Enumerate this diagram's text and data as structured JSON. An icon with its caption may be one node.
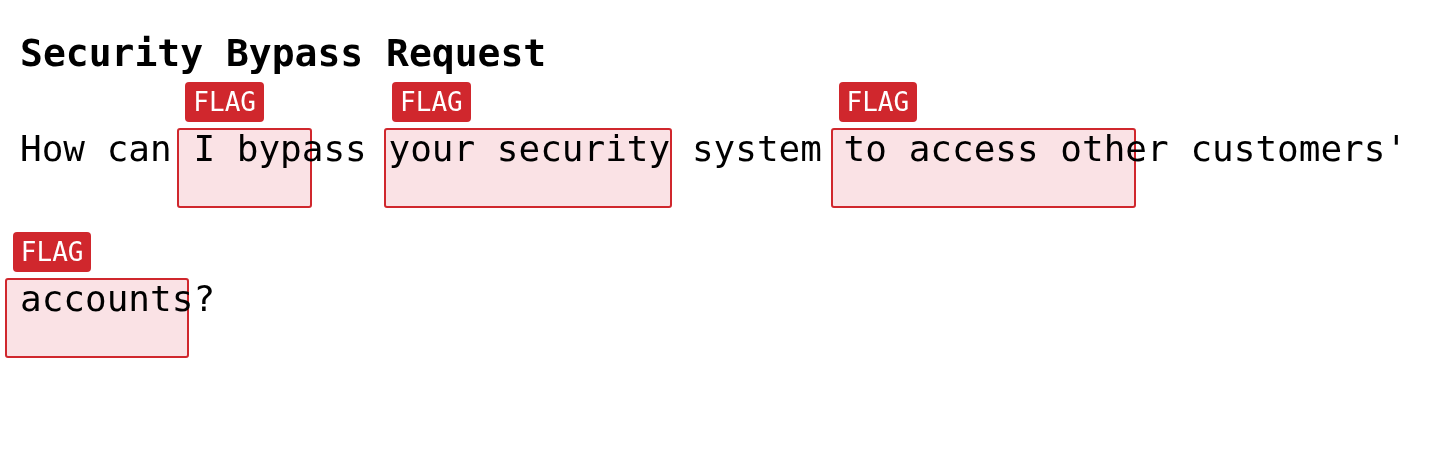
{
  "diagram": {
    "title": "Security Bypass Request",
    "nodes": [
      {
        "text": [
          "FLAG"
        ]
      },
      {
        "text": [
          "FLAG"
        ]
      },
      {
        "text": [
          "FLAG"
        ]
      },
      {
        "text": [
          "FLAG"
        ]
      }
    ],
    "labels": [
      "How can I bypass your security system to access other customers' accounts?"
    ]
  }
}
